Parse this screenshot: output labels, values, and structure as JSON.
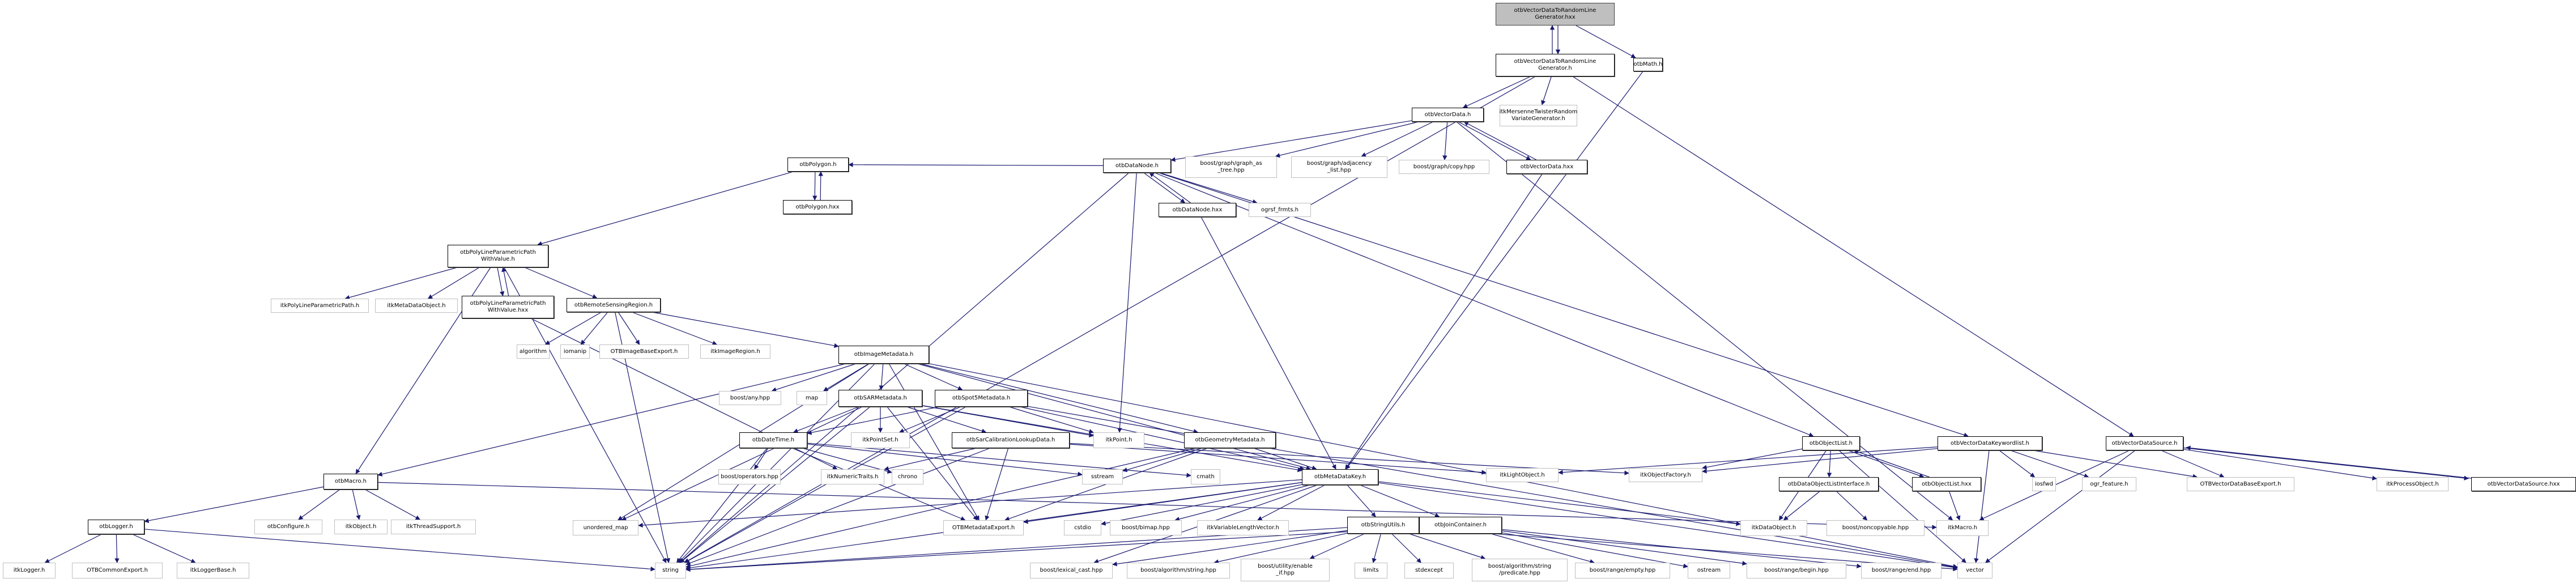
{
  "graph": {
    "title": "otbVectorDataToRandomLineGenerator.hxx include dependency graph",
    "edge_color": "#191970",
    "nodes": [
      {
        "id": "root",
        "label": "otbVectorDataToRandomLine\nGenerator.hxx",
        "kind": "root"
      },
      {
        "id": "gen_h",
        "label": "otbVectorDataToRandomLine\nGenerator.h",
        "kind": "internal"
      },
      {
        "id": "math",
        "label": "otbMath.h",
        "kind": "internal"
      },
      {
        "id": "vectordata_h",
        "label": "otbVectorData.h",
        "kind": "internal"
      },
      {
        "id": "mersenne",
        "label": "itkMersenneTwisterRandom\nVariateGenerator.h",
        "kind": "external"
      },
      {
        "id": "datanode_h",
        "label": "otbDataNode.h",
        "kind": "internal"
      },
      {
        "id": "graph_as_tree",
        "label": "boost/graph/graph_as\n_tree.hpp",
        "kind": "external"
      },
      {
        "id": "adjacency",
        "label": "boost/graph/adjacency\n_list.hpp",
        "kind": "external"
      },
      {
        "id": "graph_copy",
        "label": "boost/graph/copy.hpp",
        "kind": "external"
      },
      {
        "id": "vectordata_hxx",
        "label": "otbVectorData.hxx",
        "kind": "internal"
      },
      {
        "id": "datanode_hxx",
        "label": "otbDataNode.hxx",
        "kind": "internal"
      },
      {
        "id": "ogrsf",
        "label": "ogrsf_frmts.h",
        "kind": "external"
      },
      {
        "id": "polygon_h",
        "label": "otbPolygon.h",
        "kind": "internal"
      },
      {
        "id": "polygon_hxx",
        "label": "otbPolygon.hxx",
        "kind": "internal"
      },
      {
        "id": "polyline_h",
        "label": "otbPolyLineParametricPath\nWithValue.h",
        "kind": "internal"
      },
      {
        "id": "itkpolyline",
        "label": "itkPolyLineParametricPath.h",
        "kind": "external"
      },
      {
        "id": "metadataobject",
        "label": "itkMetaDataObject.h",
        "kind": "external"
      },
      {
        "id": "polyline_hxx",
        "label": "otbPolyLineParametricPath\nWithValue.hxx",
        "kind": "internal"
      },
      {
        "id": "rsregion",
        "label": "otbRemoteSensingRegion.h",
        "kind": "internal"
      },
      {
        "id": "algorithm",
        "label": "algorithm",
        "kind": "external"
      },
      {
        "id": "iomanip",
        "label": "iomanip",
        "kind": "external"
      },
      {
        "id": "imagebaseexport",
        "label": "OTBImageBaseExport.h",
        "kind": "external"
      },
      {
        "id": "imageregion",
        "label": "itkImageRegion.h",
        "kind": "external"
      },
      {
        "id": "imagemetadata",
        "label": "otbImageMetadata.h",
        "kind": "internal"
      },
      {
        "id": "boostany",
        "label": "boost/any.hpp",
        "kind": "external"
      },
      {
        "id": "map",
        "label": "map",
        "kind": "external"
      },
      {
        "id": "sarmetadata",
        "label": "otbSARMetadata.h",
        "kind": "internal"
      },
      {
        "id": "spot5metadata",
        "label": "otbSpot5Metadata.h",
        "kind": "internal"
      },
      {
        "id": "datetime",
        "label": "otbDateTime.h",
        "kind": "internal"
      },
      {
        "id": "pointset",
        "label": "itkPointSet.h",
        "kind": "external"
      },
      {
        "id": "sarcalib",
        "label": "otbSarCalibrationLookupData.h",
        "kind": "internal"
      },
      {
        "id": "itkpoint",
        "label": "itkPoint.h",
        "kind": "external"
      },
      {
        "id": "geometrymetadata",
        "label": "otbGeometryMetadata.h",
        "kind": "internal"
      },
      {
        "id": "objectlist_h",
        "label": "otbObjectList.h",
        "kind": "internal"
      },
      {
        "id": "keywordlist",
        "label": "otbVectorDataKeywordlist.h",
        "kind": "internal"
      },
      {
        "id": "vdsource_h",
        "label": "otbVectorDataSource.h",
        "kind": "internal"
      },
      {
        "id": "otbmacro",
        "label": "otbMacro.h",
        "kind": "internal"
      },
      {
        "id": "boostoperators",
        "label": "boost/operators.hpp",
        "kind": "external"
      },
      {
        "id": "numerictraits",
        "label": "itkNumericTraits.h",
        "kind": "external"
      },
      {
        "id": "chrono",
        "label": "chrono",
        "kind": "external"
      },
      {
        "id": "sstream",
        "label": "sstream",
        "kind": "external"
      },
      {
        "id": "cmath",
        "label": "cmath",
        "kind": "external"
      },
      {
        "id": "metadatakey",
        "label": "otbMetaDataKey.h",
        "kind": "internal"
      },
      {
        "id": "lightobject",
        "label": "itkLightObject.h",
        "kind": "external"
      },
      {
        "id": "objectfactory",
        "label": "itkObjectFactory.h",
        "kind": "external"
      },
      {
        "id": "dolistinterface",
        "label": "otbDataObjectListInterface.h",
        "kind": "internal"
      },
      {
        "id": "objectlist_hxx",
        "label": "otbObjectList.hxx",
        "kind": "internal"
      },
      {
        "id": "iosfwd",
        "label": "iosfwd",
        "kind": "external"
      },
      {
        "id": "ogrfeature",
        "label": "ogr_feature.h",
        "kind": "external"
      },
      {
        "id": "vdbaseexport",
        "label": "OTBVectorDataBaseExport.h",
        "kind": "external"
      },
      {
        "id": "processobject",
        "label": "itkProcessObject.h",
        "kind": "external"
      },
      {
        "id": "vdsource_hxx",
        "label": "otbVectorDataSource.hxx",
        "kind": "internal"
      },
      {
        "id": "logger",
        "label": "otbLogger.h",
        "kind": "internal"
      },
      {
        "id": "configure",
        "label": "otbConfigure.h",
        "kind": "external"
      },
      {
        "id": "itkobject",
        "label": "itkObject.h",
        "kind": "external"
      },
      {
        "id": "threadsupport",
        "label": "itkThreadSupport.h",
        "kind": "external"
      },
      {
        "id": "unordered_map",
        "label": "unordered_map",
        "kind": "external"
      },
      {
        "id": "metadataexport",
        "label": "OTBMetadataExport.h",
        "kind": "external"
      },
      {
        "id": "cstdio",
        "label": "cstdio",
        "kind": "external"
      },
      {
        "id": "bimap",
        "label": "boost/bimap.hpp",
        "kind": "external"
      },
      {
        "id": "varlenvector",
        "label": "itkVariableLengthVector.h",
        "kind": "external"
      },
      {
        "id": "stringutils",
        "label": "otbStringUtils.h",
        "kind": "internal"
      },
      {
        "id": "joincontainer",
        "label": "otbJoinContainer.h",
        "kind": "internal"
      },
      {
        "id": "dataobject",
        "label": "itkDataObject.h",
        "kind": "external"
      },
      {
        "id": "noncopyable",
        "label": "boost/noncopyable.hpp",
        "kind": "external"
      },
      {
        "id": "itkmacro",
        "label": "itkMacro.h",
        "kind": "external"
      },
      {
        "id": "itklogger",
        "label": "itkLogger.h",
        "kind": "external"
      },
      {
        "id": "commonexport",
        "label": "OTBCommonExport.h",
        "kind": "external"
      },
      {
        "id": "loggerbase",
        "label": "itkLoggerBase.h",
        "kind": "external"
      },
      {
        "id": "string",
        "label": "string",
        "kind": "external"
      },
      {
        "id": "lexicalcast",
        "label": "boost/lexical_cast.hpp",
        "kind": "external"
      },
      {
        "id": "algostring",
        "label": "boost/algorithm/string.hpp",
        "kind": "external"
      },
      {
        "id": "enableif",
        "label": "boost/utility/enable\n_if.hpp",
        "kind": "external"
      },
      {
        "id": "limits",
        "label": "limits",
        "kind": "external"
      },
      {
        "id": "stdexcept",
        "label": "stdexcept",
        "kind": "external"
      },
      {
        "id": "predicate",
        "label": "boost/algorithm/string\n/predicate.hpp",
        "kind": "external"
      },
      {
        "id": "rangeempty",
        "label": "boost/range/empty.hpp",
        "kind": "external"
      },
      {
        "id": "ostream",
        "label": "ostream",
        "kind": "external"
      },
      {
        "id": "rangebegin",
        "label": "boost/range/begin.hpp",
        "kind": "external"
      },
      {
        "id": "rangeend",
        "label": "boost/range/end.hpp",
        "kind": "external"
      },
      {
        "id": "vector",
        "label": "vector",
        "kind": "external"
      }
    ],
    "edges": [
      [
        "root",
        "gen_h"
      ],
      [
        "gen_h",
        "root"
      ],
      [
        "root",
        "math"
      ],
      [
        "gen_h",
        "vectordata_h"
      ],
      [
        "gen_h",
        "mersenne"
      ],
      [
        "gen_h",
        "vdsource_h"
      ],
      [
        "gen_h",
        "string"
      ],
      [
        "math",
        "metadatakey"
      ],
      [
        "vectordata_h",
        "datanode_h"
      ],
      [
        "vectordata_h",
        "graph_as_tree"
      ],
      [
        "vectordata_h",
        "adjacency"
      ],
      [
        "vectordata_h",
        "graph_copy"
      ],
      [
        "vectordata_h",
        "vectordata_hxx"
      ],
      [
        "vectordata_hxx",
        "vectordata_h"
      ],
      [
        "vectordata_h",
        "itkmacro"
      ],
      [
        "vectordata_hxx",
        "metadatakey"
      ],
      [
        "datanode_h",
        "datanode_hxx"
      ],
      [
        "datanode_hxx",
        "datanode_h"
      ],
      [
        "datanode_h",
        "ogrsf"
      ],
      [
        "datanode_h",
        "polygon_h"
      ],
      [
        "datanode_h",
        "itkpoint"
      ],
      [
        "datanode_h",
        "string"
      ],
      [
        "datanode_h",
        "objectlist_h"
      ],
      [
        "datanode_h",
        "keywordlist"
      ],
      [
        "datanode_hxx",
        "metadatakey"
      ],
      [
        "polygon_h",
        "polygon_hxx"
      ],
      [
        "polygon_hxx",
        "polygon_h"
      ],
      [
        "polygon_h",
        "polyline_h"
      ],
      [
        "polyline_h",
        "itkpolyline"
      ],
      [
        "polyline_h",
        "metadataobject"
      ],
      [
        "polyline_h",
        "polyline_hxx"
      ],
      [
        "polyline_hxx",
        "polyline_h"
      ],
      [
        "polyline_h",
        "rsregion"
      ],
      [
        "polyline_h",
        "otbmacro"
      ],
      [
        "polyline_h",
        "string"
      ],
      [
        "polyline_hxx",
        "numerictraits"
      ],
      [
        "rsregion",
        "algorithm"
      ],
      [
        "rsregion",
        "iomanip"
      ],
      [
        "rsregion",
        "imagebaseexport"
      ],
      [
        "rsregion",
        "imageregion"
      ],
      [
        "rsregion",
        "imagemetadata"
      ],
      [
        "rsregion",
        "string"
      ],
      [
        "imagemetadata",
        "boostany"
      ],
      [
        "imagemetadata",
        "map"
      ],
      [
        "imagemetadata",
        "sarmetadata"
      ],
      [
        "imagemetadata",
        "spot5metadata"
      ],
      [
        "imagemetadata",
        "geometrymetadata"
      ],
      [
        "imagemetadata",
        "metadatakey"
      ],
      [
        "imagemetadata",
        "otbmacro"
      ],
      [
        "imagemetadata",
        "string"
      ],
      [
        "imagemetadata",
        "unordered_map"
      ],
      [
        "imagemetadata",
        "vector"
      ],
      [
        "imagemetadata",
        "metadataexport"
      ],
      [
        "sarmetadata",
        "datetime"
      ],
      [
        "sarmetadata",
        "pointset"
      ],
      [
        "sarmetadata",
        "sarcalib"
      ],
      [
        "sarmetadata",
        "itkpoint"
      ],
      [
        "sarmetadata",
        "metadatakey"
      ],
      [
        "sarmetadata",
        "string"
      ],
      [
        "sarmetadata",
        "metadataexport"
      ],
      [
        "sarmetadata",
        "unordered_map"
      ],
      [
        "spot5metadata",
        "datetime"
      ],
      [
        "spot5metadata",
        "pointset"
      ],
      [
        "spot5metadata",
        "itkpoint"
      ],
      [
        "spot5metadata",
        "metadatakey"
      ],
      [
        "spot5metadata",
        "string"
      ],
      [
        "spot5metadata",
        "vector"
      ],
      [
        "datetime",
        "boostoperators"
      ],
      [
        "datetime",
        "chrono"
      ],
      [
        "datetime",
        "sstream"
      ],
      [
        "datetime",
        "cmath"
      ],
      [
        "datetime",
        "metadataexport"
      ],
      [
        "datetime",
        "string"
      ],
      [
        "sarcalib",
        "numerictraits"
      ],
      [
        "sarcalib",
        "metadataexport"
      ],
      [
        "sarcalib",
        "lightobject"
      ],
      [
        "sarcalib",
        "objectfactory"
      ],
      [
        "sarcalib",
        "string"
      ],
      [
        "geometrymetadata",
        "sstream"
      ],
      [
        "geometrymetadata",
        "metadatakey"
      ],
      [
        "geometrymetadata",
        "metadataexport"
      ],
      [
        "geometrymetadata",
        "string"
      ],
      [
        "objectlist_h",
        "dolistinterface"
      ],
      [
        "objectlist_h",
        "objectlist_hxx"
      ],
      [
        "objectlist_hxx",
        "objectlist_h"
      ],
      [
        "objectlist_h",
        "dataobject"
      ],
      [
        "objectlist_h",
        "objectfactory"
      ],
      [
        "objectlist_h",
        "vector"
      ],
      [
        "keywordlist",
        "iosfwd"
      ],
      [
        "keywordlist",
        "ogrfeature"
      ],
      [
        "keywordlist",
        "vdbaseexport"
      ],
      [
        "keywordlist",
        "vector"
      ],
      [
        "keywordlist",
        "lightobject"
      ],
      [
        "keywordlist",
        "objectfactory"
      ],
      [
        "vdsource_h",
        "vdbaseexport"
      ],
      [
        "vdsource_h",
        "processobject"
      ],
      [
        "vdsource_h",
        "vdsource_hxx"
      ],
      [
        "vdsource_hxx",
        "vdsource_h"
      ],
      [
        "vdsource_h",
        "itkmacro"
      ],
      [
        "vdsource_h",
        "vector"
      ],
      [
        "otbmacro",
        "logger"
      ],
      [
        "otbmacro",
        "configure"
      ],
      [
        "otbmacro",
        "itkobject"
      ],
      [
        "otbmacro",
        "threadsupport"
      ],
      [
        "otbmacro",
        "itkmacro"
      ],
      [
        "logger",
        "itklogger"
      ],
      [
        "logger",
        "commonexport"
      ],
      [
        "logger",
        "loggerbase"
      ],
      [
        "logger",
        "string"
      ],
      [
        "metadatakey",
        "unordered_map"
      ],
      [
        "metadatakey",
        "metadataexport"
      ],
      [
        "metadatakey",
        "cstdio"
      ],
      [
        "metadatakey",
        "bimap"
      ],
      [
        "metadatakey",
        "varlenvector"
      ],
      [
        "metadatakey",
        "stringutils"
      ],
      [
        "metadatakey",
        "joincontainer"
      ],
      [
        "metadatakey",
        "string"
      ],
      [
        "metadatakey",
        "lexicalcast"
      ],
      [
        "metadatakey",
        "vector"
      ],
      [
        "metadatakey",
        "dataobject"
      ],
      [
        "dolistinterface",
        "dataobject"
      ],
      [
        "dolistinterface",
        "noncopyable"
      ],
      [
        "objectlist_hxx",
        "itkmacro"
      ],
      [
        "stringutils",
        "string"
      ],
      [
        "stringutils",
        "lexicalcast"
      ],
      [
        "stringutils",
        "algostring"
      ],
      [
        "stringutils",
        "enableif"
      ],
      [
        "stringutils",
        "limits"
      ],
      [
        "stringutils",
        "stdexcept"
      ],
      [
        "stringutils",
        "predicate"
      ],
      [
        "stringutils",
        "vector"
      ],
      [
        "joincontainer",
        "rangeempty"
      ],
      [
        "joincontainer",
        "ostream"
      ],
      [
        "joincontainer",
        "rangebegin"
      ],
      [
        "joincontainer",
        "rangeend"
      ],
      [
        "joincontainer",
        "string"
      ]
    ]
  }
}
